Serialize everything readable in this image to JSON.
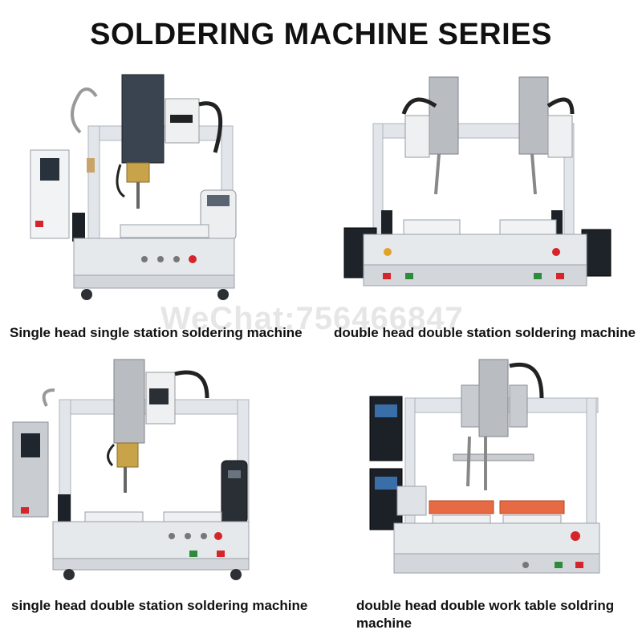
{
  "title": "SOLDERING MACHINE SERIES",
  "watermark": "WeChat:756466847",
  "machines": [
    {
      "caption": "Single head single station soldering machine"
    },
    {
      "caption": "double head double station soldering machine"
    },
    {
      "caption": "single head double station soldering machine"
    },
    {
      "caption": "double head double work table soldring machine"
    }
  ],
  "colors": {
    "frame": "#dfe3e8",
    "frame_edge": "#aeb4bc",
    "head_dark": "#3a4350",
    "steel": "#b9bdc2",
    "orange_pad": "#e66a43",
    "controller": "#1c2128",
    "red_button": "#d6252a",
    "green_button": "#2e8b3a"
  }
}
